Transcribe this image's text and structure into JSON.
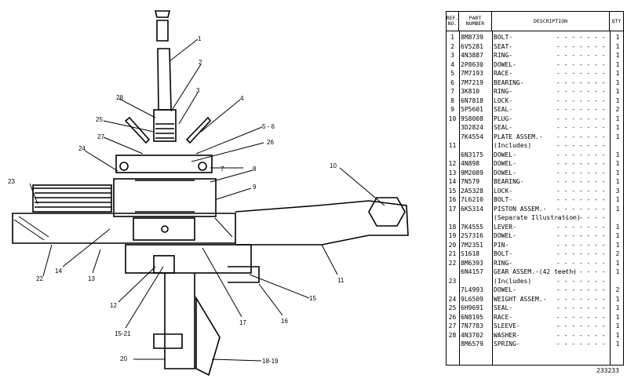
{
  "figure_number": "233233",
  "table": {
    "headers": {
      "ref": "REF. NO.",
      "part": "PART NUMBER",
      "desc": "DESCRIPTION",
      "qty": "QTY"
    },
    "rows": [
      {
        "ref": "1",
        "pn": "8M8739",
        "desc": "BOLT-",
        "qty": "1"
      },
      {
        "ref": "2",
        "pn": "6V5281",
        "desc": "SEAT-",
        "qty": "1"
      },
      {
        "ref": "3",
        "pn": "4N3887",
        "desc": "RING-",
        "qty": "1"
      },
      {
        "ref": "4",
        "pn": "2P8630",
        "desc": "DOWEL-",
        "qty": "1"
      },
      {
        "ref": "5",
        "pn": "7M7193",
        "desc": "RACE-",
        "qty": "1"
      },
      {
        "ref": "6",
        "pn": "7M7219",
        "desc": "BEARING-",
        "qty": "1"
      },
      {
        "ref": "7",
        "pn": "3K810",
        "desc": "RING-",
        "qty": "1"
      },
      {
        "ref": "8",
        "pn": "6N7818",
        "desc": "LOCK-",
        "qty": "1"
      },
      {
        "ref": "9",
        "pn": "5P5601",
        "desc": "SEAL-",
        "qty": "2"
      },
      {
        "ref": "",
        "pn": "9S8008",
        "desc": "PLUG-",
        "qty": "1"
      },
      {
        "ref": "",
        "pn": "3D2824",
        "desc": "SEAL-",
        "qty": "1"
      },
      {
        "ref": "",
        "pn": "7K4554",
        "desc": "PLATE ASSEM.-",
        "qty": "1"
      },
      {
        "ref": "",
        "pn": "",
        "desc": "   (Includes)",
        "qty": ""
      },
      {
        "ref": "",
        "pn": "6N3175",
        "desc": "  DOWEL-",
        "qty": "1"
      },
      {
        "ref": "12",
        "pn": "4N898",
        "desc": "  DOWEL-",
        "qty": "1"
      },
      {
        "ref": "13",
        "pn": "9M2089",
        "desc": "  DOWEL-",
        "qty": "1"
      },
      {
        "ref": "14",
        "pn": "7N579",
        "desc": "  BEARING-",
        "qty": "1"
      },
      {
        "ref": "15",
        "pn": "2A5328",
        "desc": "LOCK-",
        "qty": "3"
      },
      {
        "ref": "16",
        "pn": "7L6210",
        "desc": "BOLT-",
        "qty": "1"
      },
      {
        "ref": "17",
        "pn": "6K5314",
        "desc": "PISTON ASSEM.-",
        "qty": "1"
      },
      {
        "ref": "",
        "pn": "",
        "desc": "  (Separate Illustration)",
        "qty": ""
      },
      {
        "ref": "18",
        "pn": "7K4555",
        "desc": "LEVER-",
        "qty": "1"
      },
      {
        "ref": "19",
        "pn": "2S7316",
        "desc": "DOWEL-",
        "qty": "1"
      },
      {
        "ref": "20",
        "pn": "7M2351",
        "desc": "PIN-",
        "qty": "1"
      },
      {
        "ref": "21",
        "pn": "S1618",
        "desc": "BOLT-",
        "qty": "2"
      },
      {
        "ref": "22",
        "pn": "8M6393",
        "desc": "RING-",
        "qty": "1"
      },
      {
        "ref": "",
        "pn": "6N4157",
        "desc": "GEAR ASSEM.-(42 teeth)",
        "qty": "1"
      },
      {
        "ref": "",
        "pn": "",
        "desc": "   (Includes)",
        "qty": ""
      },
      {
        "ref": "",
        "pn": "7L4993",
        "desc": "  DOWEL-",
        "qty": "2"
      },
      {
        "ref": "24",
        "pn": "9L6509",
        "desc": "WEIGHT ASSEM.-",
        "qty": "1"
      },
      {
        "ref": "25",
        "pn": "6H9691",
        "desc": "SEAL-",
        "qty": "1"
      },
      {
        "ref": "26",
        "pn": "6N8195",
        "desc": "RACE-",
        "qty": "1"
      },
      {
        "ref": "27",
        "pn": "7N7783",
        "desc": "SLEEVE-",
        "qty": "1"
      },
      {
        "ref": "",
        "pn": "4N3702",
        "desc": "WASHER-",
        "qty": "1"
      },
      {
        "ref": "",
        "pn": "8M6579",
        "desc": "SPRING-",
        "qty": "1"
      }
    ],
    "groups": [
      {
        "label": "10",
        "row": 9
      },
      {
        "label": "11",
        "row": 12
      },
      {
        "label": "23",
        "row": 27
      },
      {
        "label": "28",
        "row": 33
      }
    ]
  },
  "callouts": [
    {
      "id": "c1",
      "text": "1"
    },
    {
      "id": "c2",
      "text": "2"
    },
    {
      "id": "c3",
      "text": "3"
    },
    {
      "id": "c4",
      "text": "4"
    },
    {
      "id": "c56",
      "text": "5 - 6"
    },
    {
      "id": "c26",
      "text": "26"
    },
    {
      "id": "c7",
      "text": "7"
    },
    {
      "id": "c8",
      "text": "8"
    },
    {
      "id": "c9",
      "text": "9"
    },
    {
      "id": "c10",
      "text": "10"
    },
    {
      "id": "c11",
      "text": "11"
    },
    {
      "id": "c12",
      "text": "12"
    },
    {
      "id": "c13",
      "text": "13"
    },
    {
      "id": "c14",
      "text": "14"
    },
    {
      "id": "c15",
      "text": "15"
    },
    {
      "id": "c1521",
      "text": "15-21"
    },
    {
      "id": "c16",
      "text": "16"
    },
    {
      "id": "c17",
      "text": "17"
    },
    {
      "id": "c1819",
      "text": "18-19"
    },
    {
      "id": "c20",
      "text": "20"
    },
    {
      "id": "c22",
      "text": "22"
    },
    {
      "id": "c23",
      "text": "23"
    },
    {
      "id": "c24",
      "text": "24"
    },
    {
      "id": "c25",
      "text": "25"
    },
    {
      "id": "c27",
      "text": "27"
    },
    {
      "id": "c28",
      "text": "28"
    }
  ]
}
